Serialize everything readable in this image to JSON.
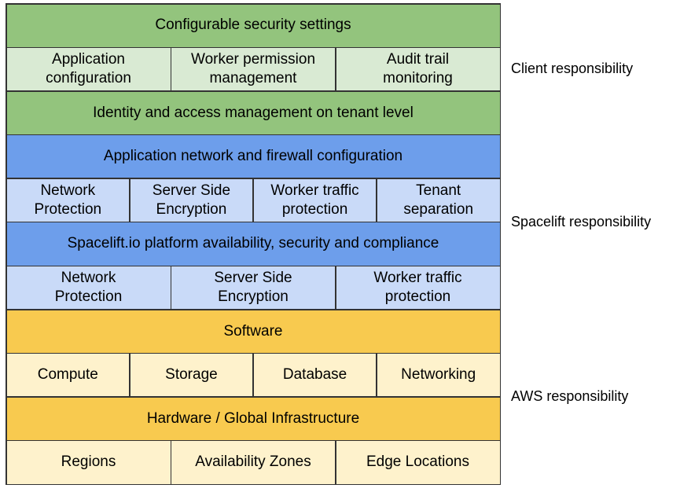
{
  "colors": {
    "green_dark": "#93C47D",
    "green_light": "#D9EAD3",
    "blue_dark": "#6D9EEB",
    "blue_light": "#C9DAF8",
    "yellow_dark": "#F8CA4F",
    "yellow_light": "#FEF2CC",
    "border": "#333333",
    "text": "#000000"
  },
  "sections": [
    {
      "label": "Client responsibility",
      "rows": [
        {
          "cells": [
            "Configurable security settings"
          ]
        },
        {
          "cells": [
            "Application\nconfiguration",
            "Worker permission\nmanagement",
            "Audit trail\nmonitoring"
          ]
        },
        {
          "cells": [
            "Identity and access management on tenant level"
          ]
        }
      ]
    },
    {
      "label": "Spacelift responsibility",
      "rows": [
        {
          "cells": [
            "Application network and firewall configuration"
          ]
        },
        {
          "cells": [
            "Network\nProtection",
            "Server Side\nEncryption",
            "Worker traffic\nprotection",
            "Tenant\nseparation"
          ]
        },
        {
          "cells": [
            "Spacelift.io platform availability, security and compliance"
          ]
        },
        {
          "cells": [
            "Network\nProtection",
            "Server Side\nEncryption",
            "Worker traffic\nprotection"
          ]
        }
      ]
    },
    {
      "label": "AWS responsibility",
      "rows": [
        {
          "cells": [
            "Software"
          ]
        },
        {
          "cells": [
            "Compute",
            "Storage",
            "Database",
            "Networking"
          ]
        },
        {
          "cells": [
            "Hardware / Global Infrastructure"
          ]
        },
        {
          "cells": [
            "Regions",
            "Availability Zones",
            "Edge Locations"
          ]
        }
      ]
    }
  ]
}
